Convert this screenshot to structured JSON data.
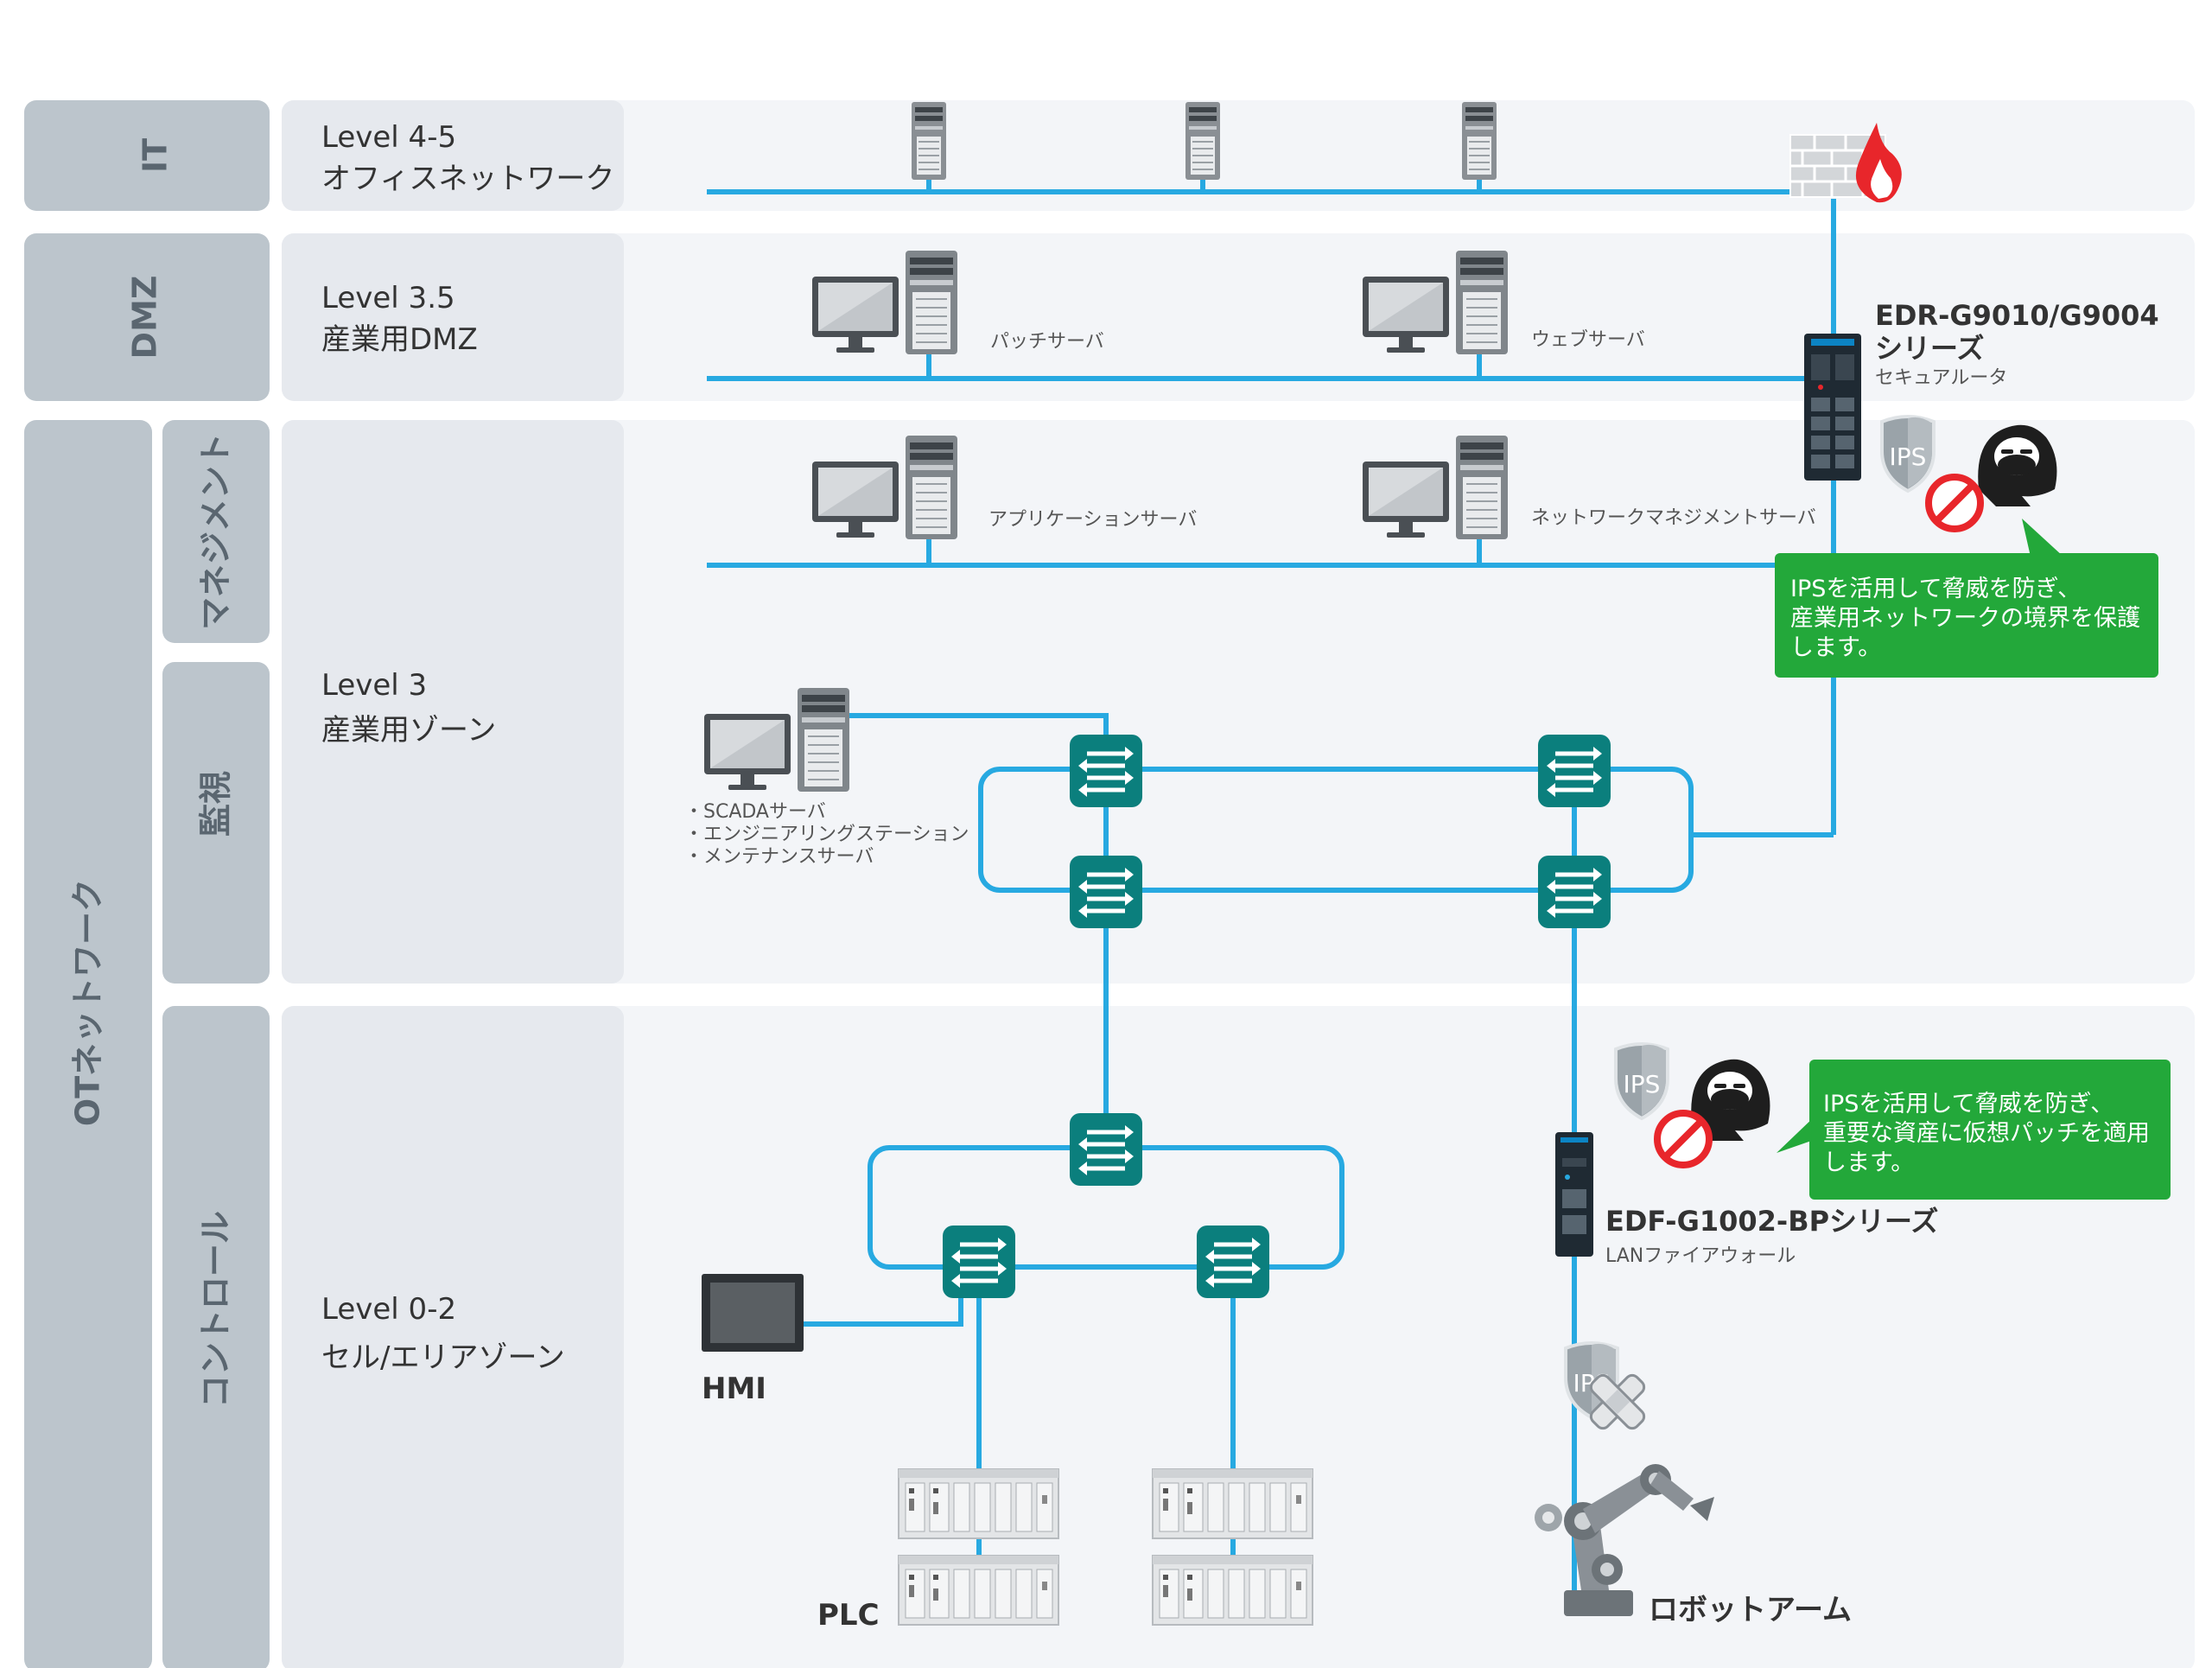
{
  "bands": {
    "it": "IT",
    "dmz": "DMZ",
    "ot": "OTネットワーク",
    "management": "マネジメント",
    "monitoring": "監視",
    "control": "コントロール"
  },
  "levels": {
    "l45_a": "Level 4-5",
    "l45_b": "オフィスネットワーク",
    "l35_a": "Level 3.5",
    "l35_b": "産業用DMZ",
    "l3_a": "Level 3",
    "l3_b": "産業用ゾーン",
    "l02_a": "Level 0-2",
    "l02_b": "セル/エリアゾーン"
  },
  "labels": {
    "patch_server": "パッチサーバ",
    "web_server": "ウェブサーバ",
    "app_server": "アプリケーションサーバ",
    "nms_server": "ネットワークマネジメントサーバ",
    "scada_1": "・SCADAサーバ",
    "scada_2": "・エンジニアリングステーション",
    "scada_3": "・メンテナンスサーバ",
    "edr_1": "EDR-G9010/G9004",
    "edr_2": "シリーズ",
    "edr_3": "セキュアルータ",
    "edf_1": "EDF-G1002-BPシリーズ",
    "edf_2": "LANファイアウォール",
    "hmi": "HMI",
    "plc": "PLC",
    "robot": "ロボットアーム",
    "ips": "IPS"
  },
  "callouts": {
    "top_1": "IPSを活用して脅威を防ぎ、",
    "top_2": "産業用ネットワークの境界を保護",
    "top_3": "します。",
    "bottom_1": "IPSを活用して脅威を防ぎ、",
    "bottom_2": "重要な資産に仮想パッチを適用",
    "bottom_3": "します。"
  },
  "colors": {
    "band": "#bcc5cc",
    "panel": "#f3f5f8",
    "label_col": "#e6e9ee",
    "link": "#27a9e1",
    "switch": "#0b7f7d",
    "callout": "#23a83a",
    "fire": "#e8262b"
  }
}
